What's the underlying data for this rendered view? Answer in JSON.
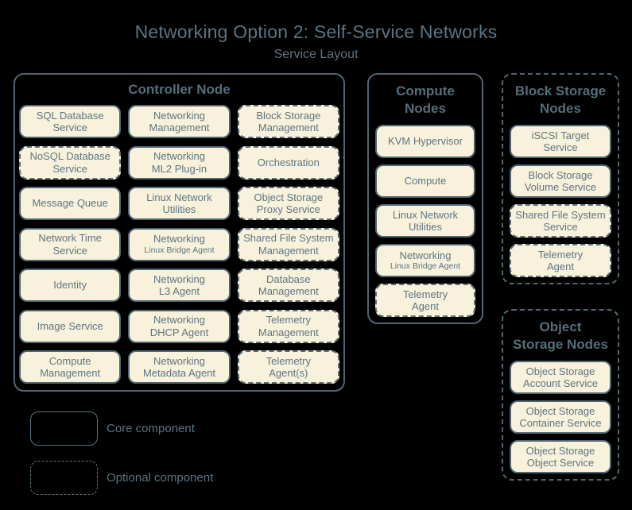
{
  "page": {
    "title": "Networking Option 2: Self-Service Networks",
    "subtitle": "Service Layout"
  },
  "colors": {
    "background": "#000000",
    "box_fill": "#f8f2dc",
    "line": "#506771",
    "text": "#5e7482",
    "heading": "#546e7b"
  },
  "groups": [
    {
      "id": "controller",
      "title": "Controller Node",
      "border": "solid",
      "services": [
        {
          "label": "SQL Database\nService",
          "type": "core"
        },
        {
          "label": "Networking\nManagement",
          "type": "core"
        },
        {
          "label": "Block Storage\nManagement",
          "type": "optional"
        },
        {
          "label": "NoSQL Database\nService",
          "type": "optional"
        },
        {
          "label": "Networking\nML2 Plug-in",
          "type": "core"
        },
        {
          "label": "Orchestration",
          "type": "optional"
        },
        {
          "label": "Message Queue",
          "type": "core"
        },
        {
          "label": "Linux Network\nUtilities",
          "type": "core"
        },
        {
          "label": "Object Storage\nProxy Service",
          "type": "optional"
        },
        {
          "label": "Network Time\nService",
          "type": "core"
        },
        {
          "label": "Networking",
          "sublabel": "Linux Bridge Agent",
          "type": "core"
        },
        {
          "label": "Shared File System\nManagement",
          "type": "optional"
        },
        {
          "label": "Identity",
          "type": "core"
        },
        {
          "label": "Networking\nL3 Agent",
          "type": "core"
        },
        {
          "label": "Database\nManagement",
          "type": "optional"
        },
        {
          "label": "Image Service",
          "type": "core"
        },
        {
          "label": "Networking\nDHCP Agent",
          "type": "core"
        },
        {
          "label": "Telemetry\nManagement",
          "type": "optional"
        },
        {
          "label": "Compute\nManagement",
          "type": "core"
        },
        {
          "label": "Networking\nMetadata Agent",
          "type": "core"
        },
        {
          "label": "Telemetry\nAgent(s)",
          "type": "optional"
        }
      ]
    },
    {
      "id": "compute",
      "title": "Compute\nNodes",
      "border": "solid",
      "services": [
        {
          "label": "KVM Hypervisor",
          "type": "core"
        },
        {
          "label": "Compute",
          "type": "core"
        },
        {
          "label": "Linux Network\nUtilities",
          "type": "core"
        },
        {
          "label": "Networking",
          "sublabel": "Linux Bridge Agent",
          "type": "core"
        },
        {
          "label": "Telemetry\nAgent",
          "type": "optional"
        }
      ]
    },
    {
      "id": "block-storage",
      "title": "Block Storage\nNodes",
      "border": "dashed",
      "services": [
        {
          "label": "iSCSI Target\nService",
          "type": "core"
        },
        {
          "label": "Block Storage\nVolume Service",
          "type": "core"
        },
        {
          "label": "Shared File System\nService",
          "type": "optional"
        },
        {
          "label": "Telemetry\nAgent",
          "type": "optional"
        }
      ]
    },
    {
      "id": "object-storage",
      "title": "Object\nStorage Nodes",
      "border": "dashed",
      "services": [
        {
          "label": "Object Storage\nAccount Service",
          "type": "core"
        },
        {
          "label": "Object Storage\nContainer Service",
          "type": "core"
        },
        {
          "label": "Object Storage\nObject Service",
          "type": "core"
        }
      ]
    }
  ],
  "legend": [
    {
      "style": "solid",
      "label": "Core component"
    },
    {
      "style": "dashed",
      "label": "Optional component"
    }
  ]
}
